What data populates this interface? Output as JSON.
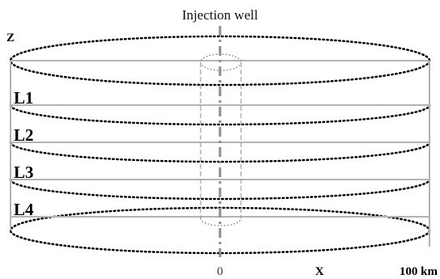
{
  "diagram": {
    "title": "Injection well",
    "axis_z_label": "Z",
    "axis_x_label": "X",
    "tick_origin": "0",
    "tick_end": "100 km",
    "layers": [
      {
        "label": "L1"
      },
      {
        "label": "L2"
      },
      {
        "label": "L3"
      },
      {
        "label": "L4"
      }
    ]
  },
  "colors": {
    "outline": "#000000",
    "layer_line": "#b3b3b3",
    "well_axis": "#8c8c8c",
    "well_cylinder": "#a6a6a6"
  }
}
